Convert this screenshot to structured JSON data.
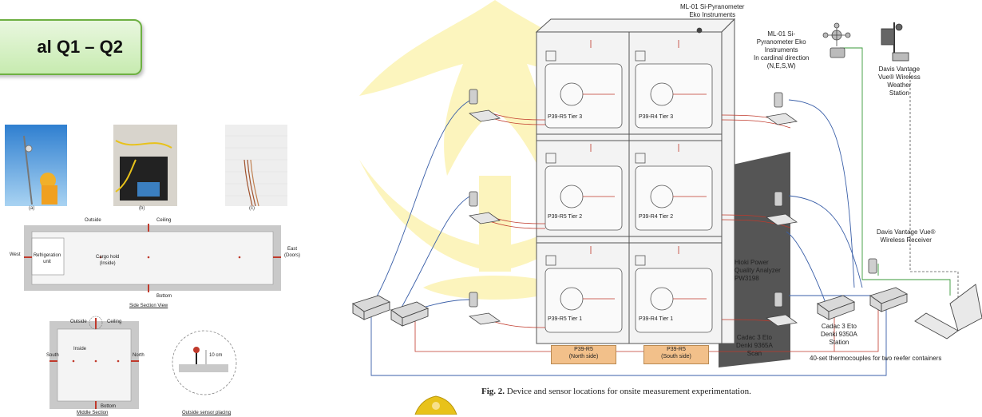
{
  "title": "al Q1 – Q2",
  "photos": {
    "a_label": "(a)",
    "b_label": "(b)",
    "c_label": "(c)"
  },
  "side_section": {
    "outside": "Outside",
    "ceiling": "Ceiling",
    "west": "West",
    "east": "East\n(Doors)",
    "refrigeration": "Refrigeration\nunit",
    "cargo": "Cargo hold\n(Inside)",
    "bottom": "Bottom",
    "caption": "Side Section View"
  },
  "middle_section": {
    "outside": "Outside",
    "ceiling": "Ceiling",
    "inside": "Inside",
    "south": "South",
    "north": "North",
    "bottom": "Bottom",
    "caption": "Middle Section"
  },
  "sensor_placing": {
    "height": "10 cm",
    "caption": "Outside sensor placing"
  },
  "diagram": {
    "pyranometer_top": "ML-01 Si-Pyranometer\nEko Instruments",
    "pyranometer_cardinal": "ML-01 Si-\nPyranometer Eko\nInstruments\nIn cardinal direction\n(N,E,S,W)",
    "weather_station": "Davis Vantage\nVue® Wireless\nWeather\nStation",
    "receiver": "Davis Vantage Vue®\nWireless Receiver",
    "hioki": "Hioki Power\nQuality Analyzer\nPW3198",
    "cadac_scan": "Cadac 3 Eto\nDenki 9365A\nScan",
    "cadac_station": "Cadac 3 Eto\nDenki 9350A\nStation",
    "thermocouples": "40-set thermocouples for two reefer containers",
    "tiers": [
      "P39-R5 Tier 3",
      "P39-R4 Tier 3",
      "P39-R5 Tier 2",
      "P39-R4 Tier 2",
      "P39-R5 Tier 1",
      "P39-R4 Tier 1"
    ],
    "north_side": "P39-R5\n(North side)",
    "south_side": "P39-R5\n(South side)",
    "caption_bold": "Fig. 2.",
    "caption_rest": " Device and sensor locations for onsite measurement experimentation."
  },
  "colors": {
    "title_border": "#6eb043",
    "wire_red": "#c0392b",
    "wire_blue": "#3a5fa8",
    "wire_green": "#3a9a3a",
    "side_box": "#f2c08a",
    "watermark": "#fbf0a0"
  }
}
